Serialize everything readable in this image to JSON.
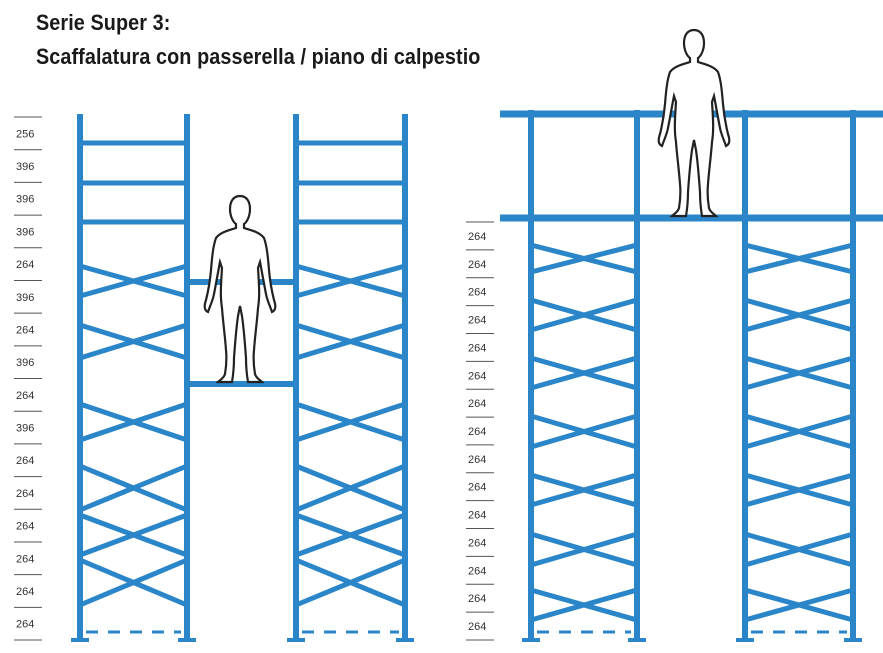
{
  "title": "Serie Super 3:",
  "subtitle": "Scaffalatura con passerella / piano di calpestio",
  "colors": {
    "frame": "#2a86c8",
    "text": "#1a1a1a",
    "dim_line": "#555555",
    "figure": "#222222"
  },
  "left_diagram": {
    "dimensions": [
      "256",
      "396",
      "396",
      "396",
      "264",
      "396",
      "264",
      "396",
      "264",
      "396",
      "264",
      "264",
      "264",
      "264",
      "264",
      "264"
    ]
  },
  "right_diagram": {
    "dimensions": [
      "264",
      "264",
      "264",
      "264",
      "264",
      "264",
      "264",
      "264",
      "264",
      "264",
      "264",
      "264",
      "264",
      "264",
      "264"
    ]
  }
}
